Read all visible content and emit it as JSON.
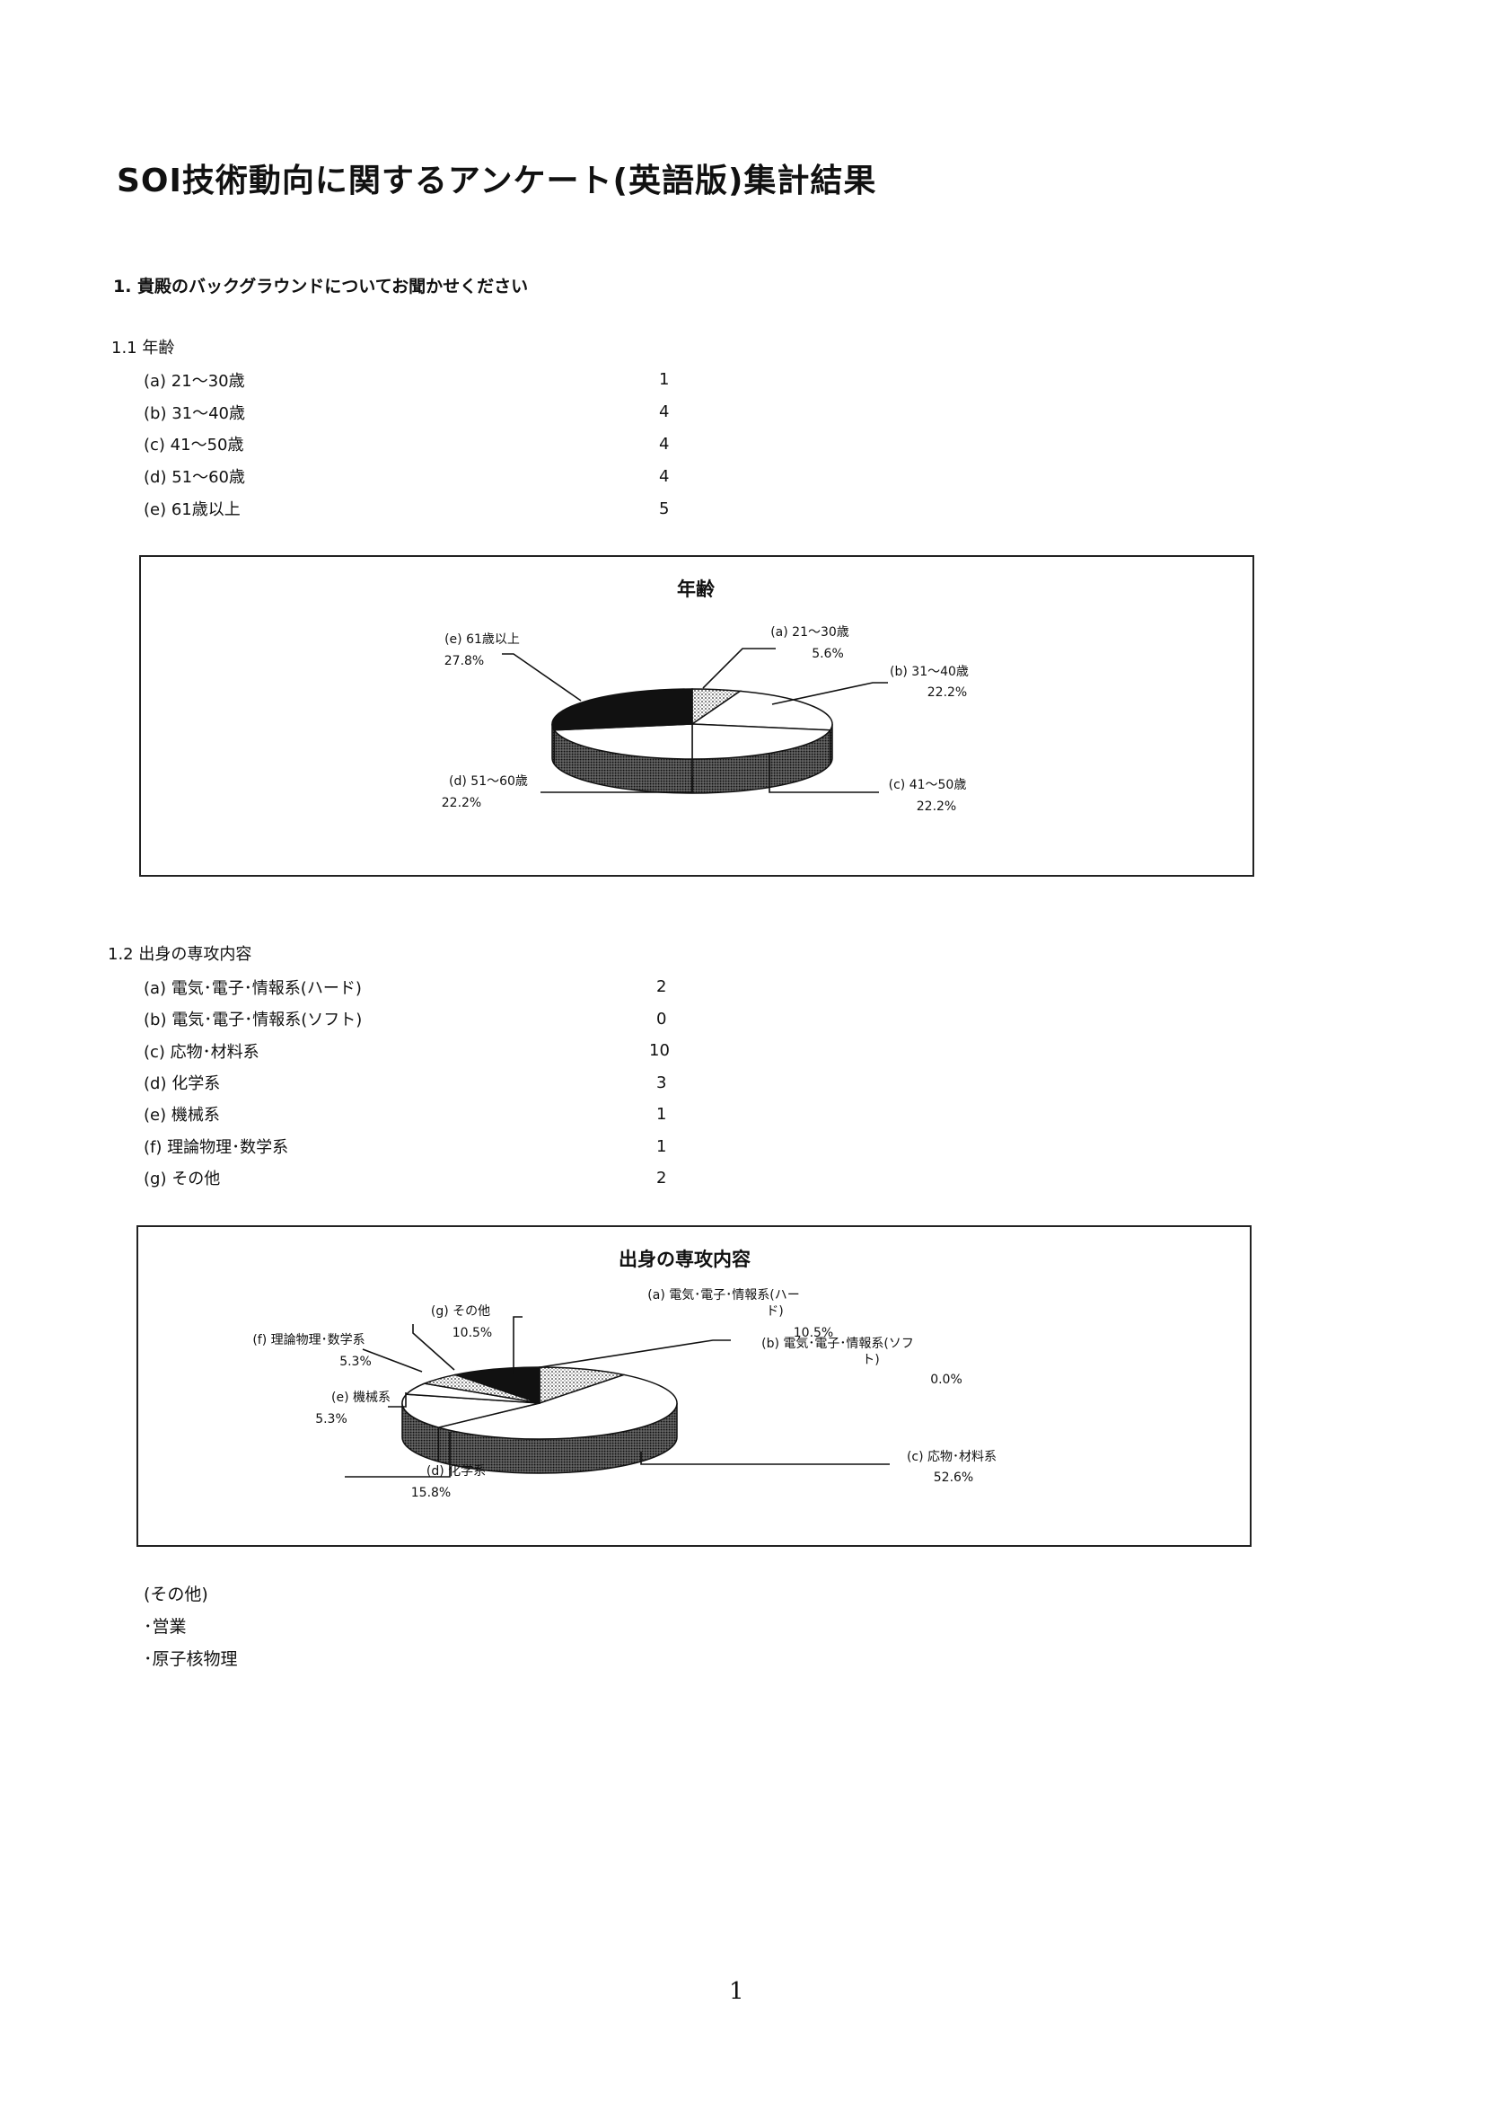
{
  "title": "SOI技術動向に関するアンケート(英語版)集計結果",
  "section1": {
    "heading": "1. 貴殿のバックグラウンドについてお聞かせください",
    "age": {
      "heading": "1.1 年齢",
      "rows": [
        {
          "label": "(a) 21～30歳",
          "value": "1"
        },
        {
          "label": "(b) 31～40歳",
          "value": "4"
        },
        {
          "label": "(c) 41～50歳",
          "value": "4"
        },
        {
          "label": "(d) 51～60歳",
          "value": "4"
        },
        {
          "label": "(e) 61歳以上",
          "value": "5"
        }
      ]
    },
    "major": {
      "heading": "1.2 出身の専攻内容",
      "rows": [
        {
          "label": "(a) 電気･電子･情報系(ハード)",
          "value": "2"
        },
        {
          "label": "(b) 電気･電子･情報系(ソフト)",
          "value": "0"
        },
        {
          "label": "(c) 応物･材料系",
          "value": "10"
        },
        {
          "label": "(d) 化学系",
          "value": "3"
        },
        {
          "label": "(e) 機械系",
          "value": "1"
        },
        {
          "label": "(f) 理論物理･数学系",
          "value": "1"
        },
        {
          "label": "(g) その他",
          "value": "2"
        }
      ]
    },
    "other": {
      "heading": "(その他)",
      "items": [
        "･営業",
        "･原子核物理"
      ]
    }
  },
  "chart_data": [
    {
      "type": "pie",
      "title": "年齢",
      "slices": [
        {
          "label": "(a) 21～30歳",
          "value": 1,
          "percent": "5.6%",
          "fill": "dots"
        },
        {
          "label": "(b) 31～40歳",
          "value": 4,
          "percent": "22.2%",
          "fill": "white"
        },
        {
          "label": "(c) 41～50歳",
          "value": 4,
          "percent": "22.2%",
          "fill": "white"
        },
        {
          "label": "(d) 51～60歳",
          "value": 4,
          "percent": "22.2%",
          "fill": "white"
        },
        {
          "label": "(e) 61歳以上",
          "value": 5,
          "percent": "27.8%",
          "fill": "black"
        }
      ]
    },
    {
      "type": "pie",
      "title": "出身の専攻内容",
      "slices": [
        {
          "label": "(a) 電気･電子･情報系(ハード)",
          "label_lines": [
            "(a) 電気･電子･情報系(ハー",
            "ド)"
          ],
          "value": 2,
          "percent": "10.5%",
          "fill": "dots"
        },
        {
          "label": "(b) 電気･電子･情報系(ソフト)",
          "label_lines": [
            "(b) 電気･電子･情報系(ソフ",
            "ト)"
          ],
          "value": 0,
          "percent": "0.0%",
          "fill": "white"
        },
        {
          "label": "(c) 応物･材料系",
          "label_lines": [
            "(c) 応物･材料系"
          ],
          "value": 10,
          "percent": "52.6%",
          "fill": "white"
        },
        {
          "label": "(d) 化学系",
          "label_lines": [
            "(d) 化学系"
          ],
          "value": 3,
          "percent": "15.8%",
          "fill": "white"
        },
        {
          "label": "(e) 機械系",
          "label_lines": [
            "(e) 機械系"
          ],
          "value": 1,
          "percent": "5.3%",
          "fill": "white"
        },
        {
          "label": "(f) 理論物理･数学系",
          "label_lines": [
            "(f) 理論物理･数学系"
          ],
          "value": 1,
          "percent": "5.3%",
          "fill": "dots"
        },
        {
          "label": "(g) その他",
          "label_lines": [
            "(g) その他"
          ],
          "value": 2,
          "percent": "10.5%",
          "fill": "black"
        }
      ]
    }
  ],
  "page_number": "1"
}
